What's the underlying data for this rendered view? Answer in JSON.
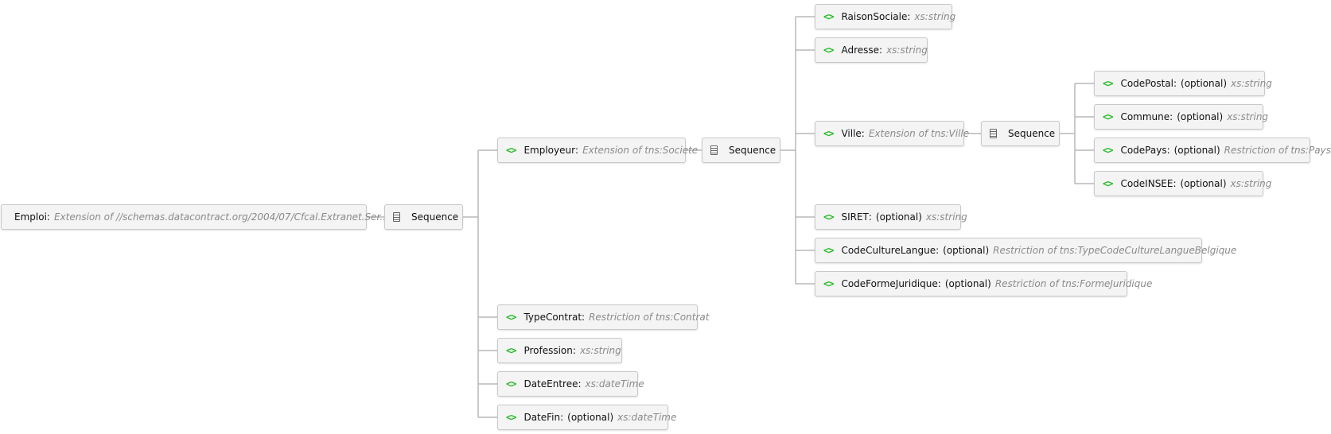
{
  "colors": {
    "element_icon": "#22bb22",
    "type_text": "#8a8a8a",
    "connector": "#b8b8b8",
    "node_bg": "#f4f4f4",
    "node_border": "#c9c9c9"
  },
  "root": {
    "name": "Emploi",
    "colon": ":",
    "type": "Extension of  //schemas.datacontract.org/2004/07/Cfcal.Extranet.Ser...",
    "icon": "complex-type-icon"
  },
  "sequence_main": {
    "label": "Sequence",
    "icon": "sequence-icon"
  },
  "level1": [
    {
      "name": "Employeur",
      "colon": ":",
      "optional": "",
      "type": "Extension of tns:Societe"
    },
    {
      "name": "TypeContrat",
      "colon": ":",
      "optional": "",
      "type": "Restriction of tns:Contrat"
    },
    {
      "name": "Profession",
      "colon": ":",
      "optional": "",
      "type": "xs:string"
    },
    {
      "name": "DateEntree",
      "colon": ":",
      "optional": "",
      "type": "xs:dateTime"
    },
    {
      "name": "DateFin",
      "colon": ":",
      "optional": "(optional)",
      "type": "xs:dateTime"
    }
  ],
  "sequence_employeur": {
    "label": "Sequence",
    "icon": "sequence-icon"
  },
  "level2": [
    {
      "name": "RaisonSociale",
      "colon": ":",
      "optional": "",
      "type": "xs:string"
    },
    {
      "name": "Adresse",
      "colon": ":",
      "optional": "",
      "type": "xs:string"
    },
    {
      "name": "Ville",
      "colon": ":",
      "optional": "",
      "type": "Extension of tns:Ville"
    },
    {
      "name": "SIRET",
      "colon": ":",
      "optional": "(optional)",
      "type": "xs:string"
    },
    {
      "name": "CodeCultureLangue",
      "colon": ":",
      "optional": "(optional)",
      "type": "Restriction of tns:TypeCodeCultureLangueBelgique"
    },
    {
      "name": "CodeFormeJuridique",
      "colon": ":",
      "optional": "(optional)",
      "type": "Restriction of tns:FormeJuridique"
    }
  ],
  "sequence_ville": {
    "label": "Sequence",
    "icon": "sequence-icon"
  },
  "level3": [
    {
      "name": "CodePostal",
      "colon": ":",
      "optional": "(optional)",
      "type": "xs:string"
    },
    {
      "name": "Commune",
      "colon": ":",
      "optional": "(optional)",
      "type": "xs:string"
    },
    {
      "name": "CodePays",
      "colon": ":",
      "optional": "(optional)",
      "type": "Restriction of tns:Pays"
    },
    {
      "name": "CodeINSEE",
      "colon": ":",
      "optional": "(optional)",
      "type": "xs:string"
    }
  ],
  "element_icon_glyph": "<>"
}
